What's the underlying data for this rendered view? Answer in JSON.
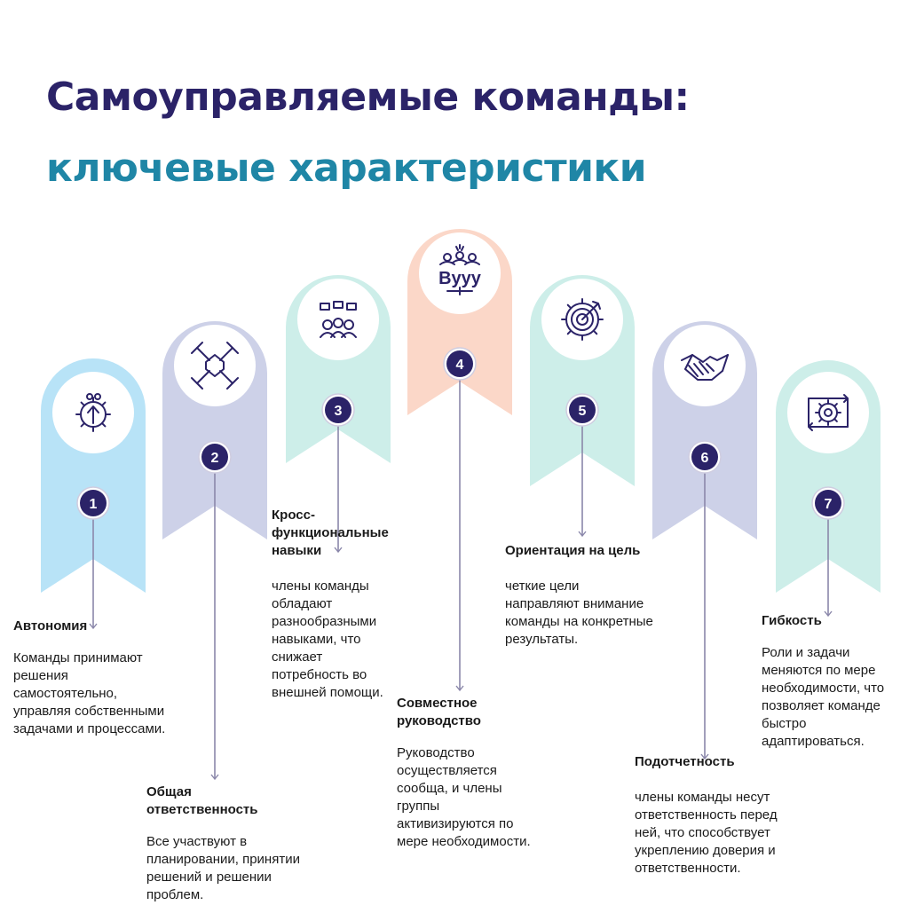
{
  "title": {
    "line1": "Самоуправляемые команды:",
    "line2": "ключевые характеристики"
  },
  "colors": {
    "title_primary": "#2b2368",
    "title_accent": "#1f86a6",
    "number_circle": "#2b2368",
    "connector": "#8a87aa"
  },
  "items": [
    {
      "number": "1",
      "heading": "Автономия",
      "description": "Команды принимают решения самостоятельно, управляя собственными задачами и процессами.",
      "icon": "gear-upload-icon",
      "color": "#b8e3f7"
    },
    {
      "number": "2",
      "heading": "Общая ответственность",
      "description": "Все участвуют в планировании, принятии решений и решении проблем.",
      "icon": "hands-together-icon",
      "color": "#cdd1e8"
    },
    {
      "number": "3",
      "heading": "Кросс-функциональные навыки",
      "description": "члены команды обладают разнообразными навыками, что снижает потребность во внешней помощи.",
      "icon": "team-discussion-icon",
      "color": "#cdeee9"
    },
    {
      "number": "4",
      "heading": "Совместное руководство",
      "description": "Руководство осуществляется сообща, и члены группы активизируются по мере необходимости.",
      "icon": "team-ideas-icon",
      "icon_text": "Вууу",
      "color": "#fbd7c8"
    },
    {
      "number": "5",
      "heading": "Ориентация на цель",
      "description": "четкие цели направляют внимание команды на конкретные результаты.",
      "icon": "target-gear-icon",
      "color": "#cdeee9"
    },
    {
      "number": "6",
      "heading": "Подотчетность",
      "description": "члены команды несут ответственность перед ней, что способствует укреплению доверия и ответственности.",
      "icon": "handshake-icon",
      "color": "#cdd1e8"
    },
    {
      "number": "7",
      "heading": "Гибкость",
      "description": "Роли и задачи меняются по мере необходимости, что позволяет команде быстро адаптироваться.",
      "icon": "gear-arrows-icon",
      "color": "#cdeee9"
    }
  ]
}
